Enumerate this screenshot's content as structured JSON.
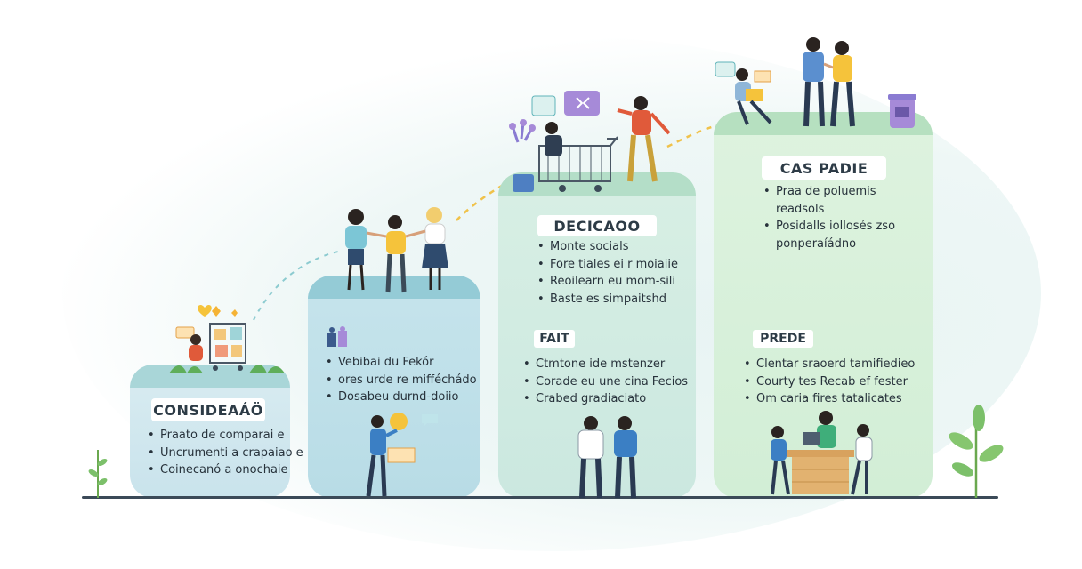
{
  "stages": [
    {
      "title": "CONSIDEAÁÖ",
      "items": [
        "Praato de comparai e",
        "Uncrumenti a crapaiao e",
        "Coinecanó a onochaie"
      ]
    },
    {
      "title": "",
      "items": [
        "Vebibai du Fekór",
        "ores urde re mifféchádo",
        "Dosabeu durnd-doiio"
      ]
    },
    {
      "title": "DECICAOO",
      "items": [
        "Monte socials",
        "Fore tiales ei r moiaiie",
        "Reoilearn eu mom-sili",
        "Baste es simpaitshd"
      ],
      "subtitle": "FAIT",
      "subitems": [
        "Ctmtone ide mstenzer",
        "Corade eu une cina Fecios",
        "Crabed gradiaciato"
      ]
    },
    {
      "title": "CAS PADIE",
      "items": [
        "Praa de poluemis readsols",
        "Posidalls iollosés zso ponperaíádno"
      ],
      "subtitle": "PREDE",
      "subitems": [
        "Clentar sraoerd tamifiedieo",
        "Courty tes Recab ef fester",
        "Om caria fires tatalicates"
      ]
    }
  ],
  "colors": {
    "pillar1": "#cfe6ee",
    "pillar2": "#b9dde6",
    "pillar3": "#d3ecdd",
    "pillar4": "#d9f2d8",
    "cap": "#9fd0cf",
    "dashes": "#f0c24a"
  }
}
